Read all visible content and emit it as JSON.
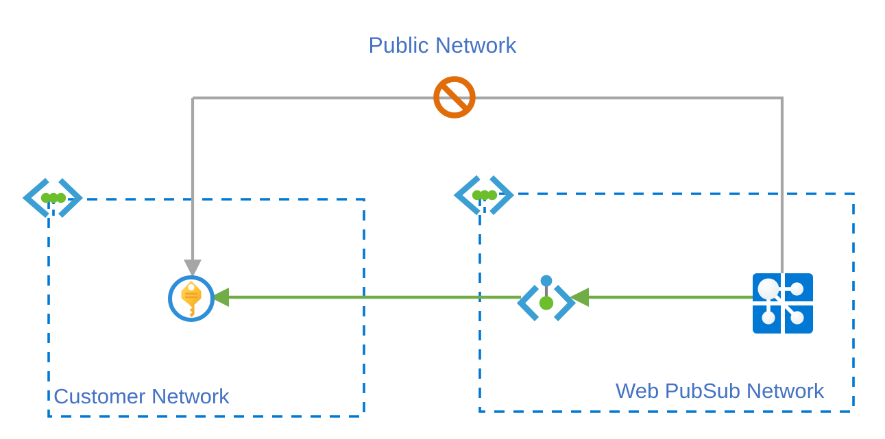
{
  "diagram": {
    "title": "Public Network",
    "zones": [
      {
        "id": "customer-network",
        "label": "Customer Network",
        "border_color": "#0078D4",
        "border_style": "dashed"
      },
      {
        "id": "webpubsub-network",
        "label": "Web PubSub Network",
        "border_color": "#0078D4",
        "border_style": "dashed"
      }
    ],
    "nodes": [
      {
        "id": "customer-vnet",
        "icon": "virtual-network-icon",
        "label": "",
        "colors": {
          "brackets": "#3C9FD4",
          "dots": "#6DBE2C"
        }
      },
      {
        "id": "webpubsub-vnet",
        "icon": "virtual-network-icon",
        "label": "",
        "colors": {
          "brackets": "#3C9FD4",
          "dots": "#6DBE2C"
        }
      },
      {
        "id": "key-vault",
        "icon": "key-icon",
        "label": "",
        "colors": {
          "ring": "#2E8FD8",
          "key": "#FFC132"
        }
      },
      {
        "id": "private-endpoint",
        "icon": "private-endpoint-icon",
        "label": "",
        "colors": {
          "brackets": "#3C9FD4",
          "top_dot": "#3C9FD4",
          "bottom_dot": "#6DBE2C",
          "stem": "#808080"
        }
      },
      {
        "id": "web-pubsub-service",
        "icon": "web-pubsub-icon",
        "label": "",
        "colors": {
          "tile": "#0078D4",
          "nodes": "#FFFFFF"
        }
      }
    ],
    "connections": [
      {
        "id": "blocked-public-path",
        "from": "web-pubsub-service",
        "to": "key-vault",
        "via": "public-network",
        "color": "#A6A6A6",
        "blocked": true,
        "blocked_marker": "no-entry-icon",
        "blocked_marker_color": "#E06C0A"
      },
      {
        "id": "private-path-endpoint-to-keyvault",
        "from": "private-endpoint",
        "to": "key-vault",
        "color": "#70AD47",
        "blocked": false
      },
      {
        "id": "private-path-service-to-endpoint",
        "from": "web-pubsub-service",
        "to": "private-endpoint",
        "color": "#70AD47",
        "blocked": false
      }
    ],
    "colors": {
      "label_blue": "#4472C4",
      "zone_blue": "#0078D4",
      "gray_line": "#A6A6A6",
      "green_line": "#70AD47",
      "orange": "#E06C0A"
    }
  }
}
